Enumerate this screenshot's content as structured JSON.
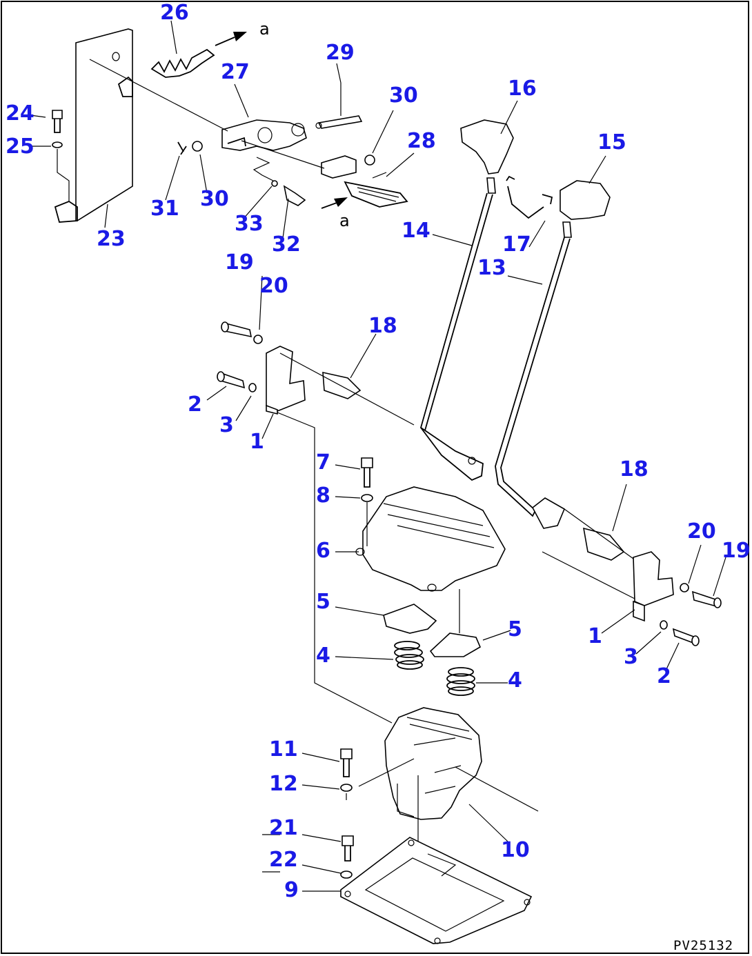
{
  "diagram": {
    "code": "PV25132",
    "flow_marker": "a",
    "callouts": {
      "n1": "1",
      "n2": "2",
      "n3": "3",
      "n4": "4",
      "n5": "5",
      "n6": "6",
      "n7": "7",
      "n8": "8",
      "n9": "9",
      "n10": "10",
      "n11": "11",
      "n12": "12",
      "n13": "13",
      "n14": "14",
      "n15": "15",
      "n16": "16",
      "n17": "17",
      "n18": "18",
      "n19": "19",
      "n20": "20",
      "n21": "21",
      "n22": "22",
      "n23": "23",
      "n24": "24",
      "n25": "25",
      "n26": "26",
      "n27": "27",
      "n28": "28",
      "n29": "29",
      "n30": "30",
      "n31": "31",
      "n32": "32",
      "n33": "33"
    }
  }
}
